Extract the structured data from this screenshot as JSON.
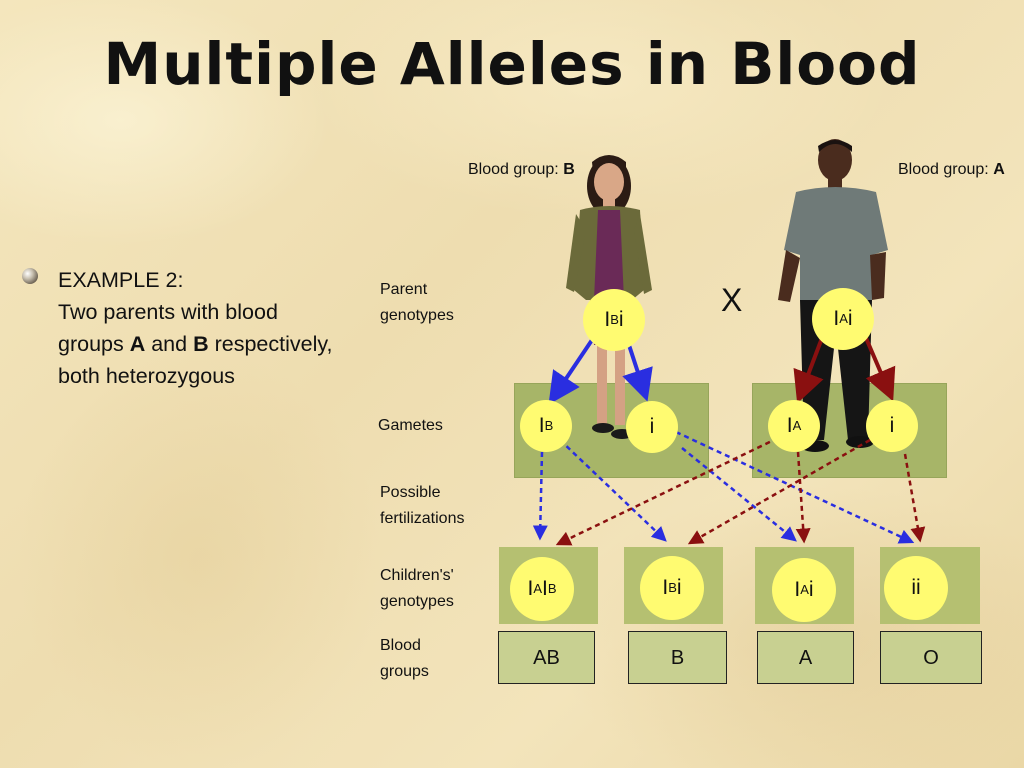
{
  "title": "Multiple Alleles in Blood",
  "example": {
    "heading": "EXAMPLE 2",
    "line1": "Two parents with blood",
    "groups_pre": "groups ",
    "group_a": "A",
    "and": " and ",
    "group_b": "B",
    "groups_post": " respectively,",
    "line3": "both heterozygous"
  },
  "mother": {
    "label": "Blood group: ",
    "group": "B",
    "genotype_base": "I",
    "genotype_sup": "B",
    "genotype_rest": "i"
  },
  "father": {
    "label": "Blood group: ",
    "group": "A",
    "genotype_base": "I",
    "genotype_sup": "A",
    "genotype_rest": "i"
  },
  "cross_symbol": "X",
  "row_labels": {
    "parent_genotypes": [
      "Parent",
      "genotypes"
    ],
    "gametes": "Gametes",
    "possible_fertilizations": [
      "Possible",
      "fertilizations"
    ],
    "children_genotypes": [
      "Children's'",
      "genotypes"
    ],
    "blood_groups": [
      "Blood",
      "groups"
    ]
  },
  "gametes": [
    {
      "base": "I",
      "sup": "B"
    },
    {
      "base": "i",
      "sup": ""
    },
    {
      "base": "I",
      "sup": "A"
    },
    {
      "base": "i",
      "sup": ""
    }
  ],
  "children": [
    {
      "parts": [
        "I",
        "A",
        "I",
        "B"
      ],
      "blood": "AB"
    },
    {
      "parts": [
        "I",
        "B",
        "i",
        ""
      ],
      "blood": "B"
    },
    {
      "parts": [
        "I",
        "A",
        "i",
        ""
      ],
      "blood": "A"
    },
    {
      "parts": [
        "ii",
        "",
        "",
        ""
      ],
      "blood": "O"
    }
  ],
  "colors": {
    "mother_arrow": "#2a2ee0",
    "father_arrow": "#8a1010",
    "green_box": "#a7b568",
    "allele_circle": "#fffb71",
    "blood_box": "#c8d091"
  }
}
